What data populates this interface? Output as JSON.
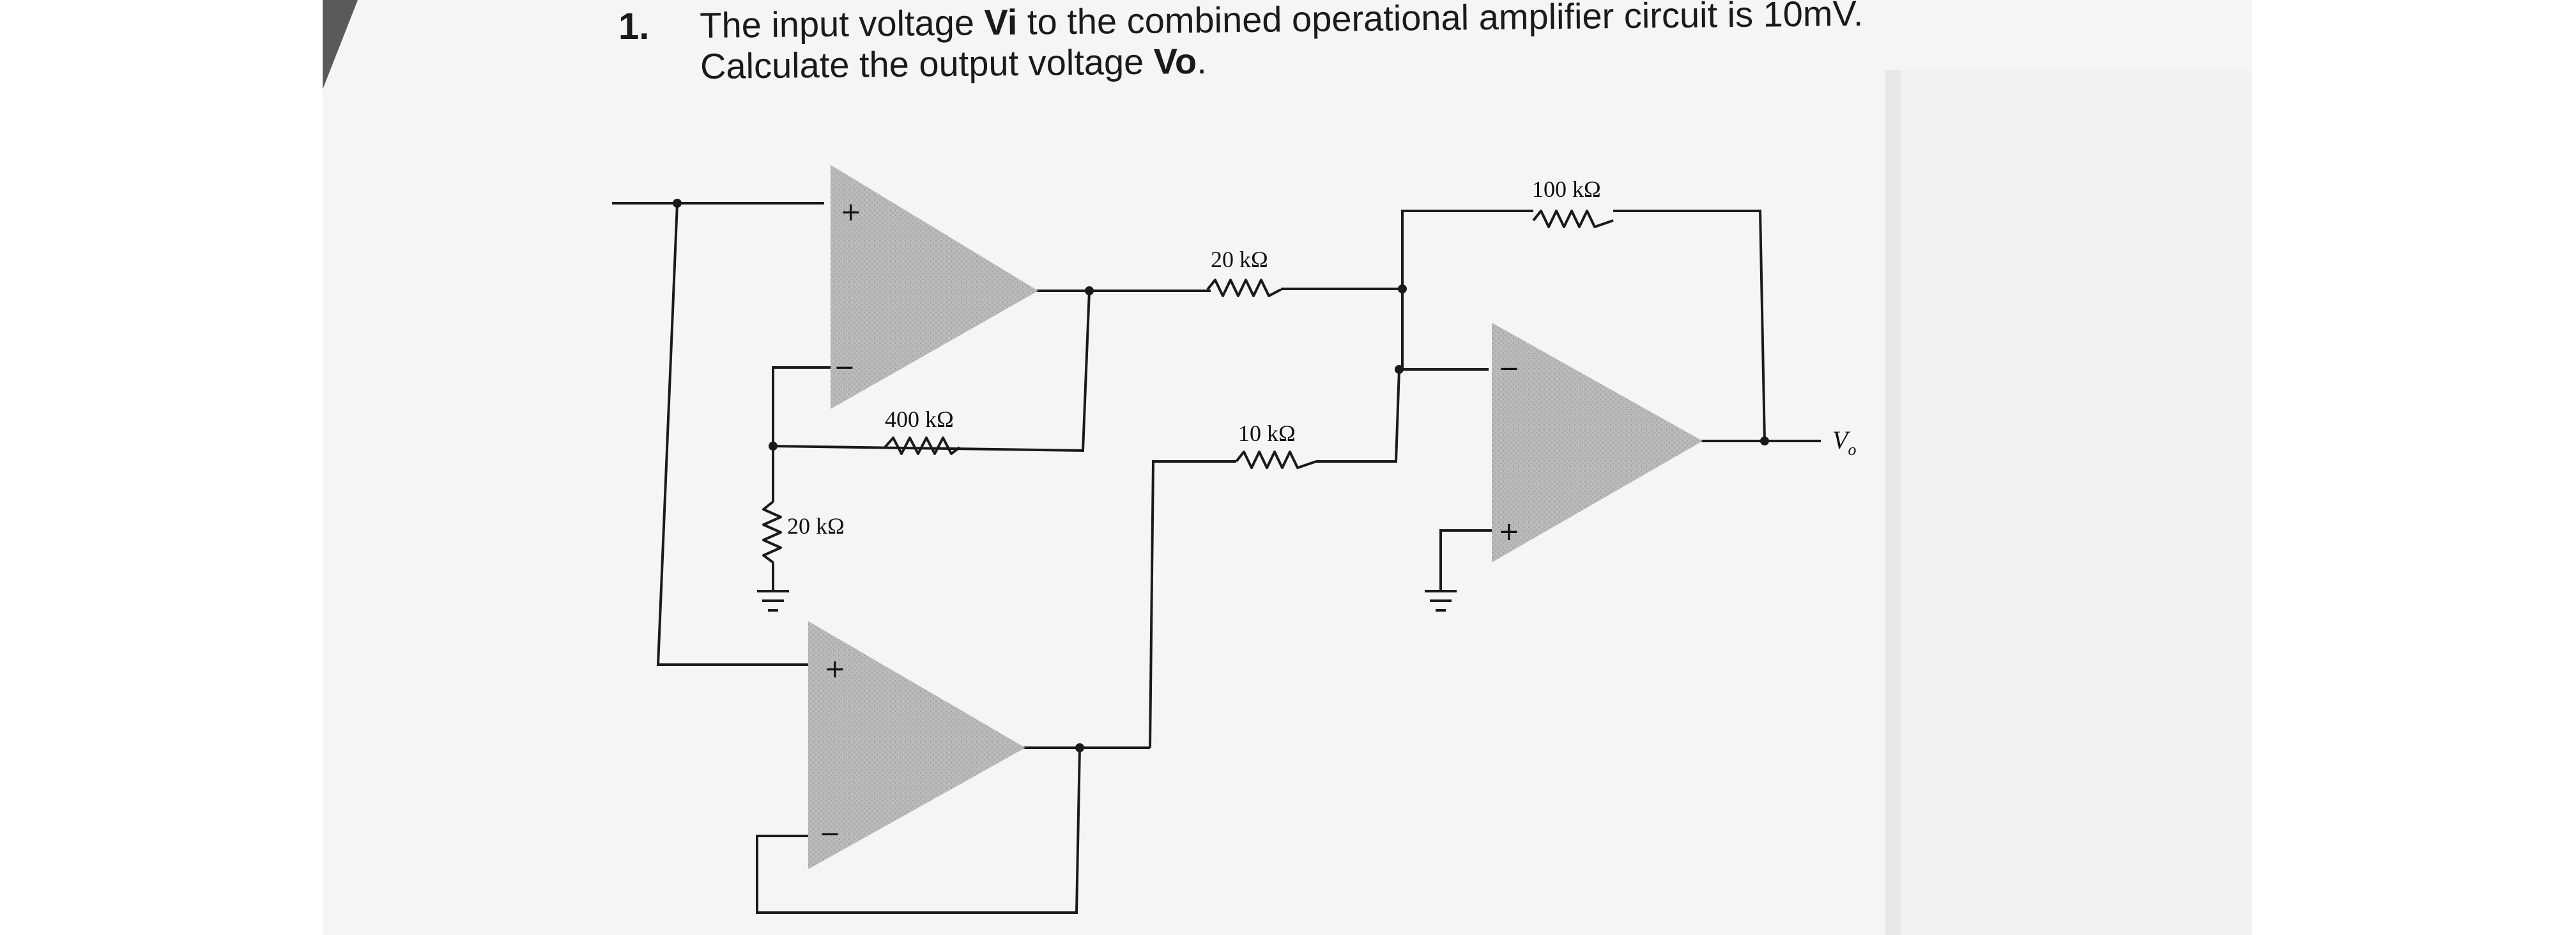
{
  "question": {
    "number": "1.",
    "text_part1": "The input voltage ",
    "vi": "Vi",
    "text_part2": " to the combined operational amplifier circuit is 10mV. Calculate the output voltage ",
    "vo": "Vo",
    "text_end": "."
  },
  "circuit": {
    "resistors": {
      "r_400k": "400 kΩ",
      "r_20k_ground": "20 kΩ",
      "r_20k_series": "20 kΩ",
      "r_10k": "10 kΩ",
      "r_100k": "100 kΩ"
    },
    "output_label": "V",
    "output_subscript": "o",
    "signs": {
      "plus": "+",
      "minus": "−"
    }
  }
}
